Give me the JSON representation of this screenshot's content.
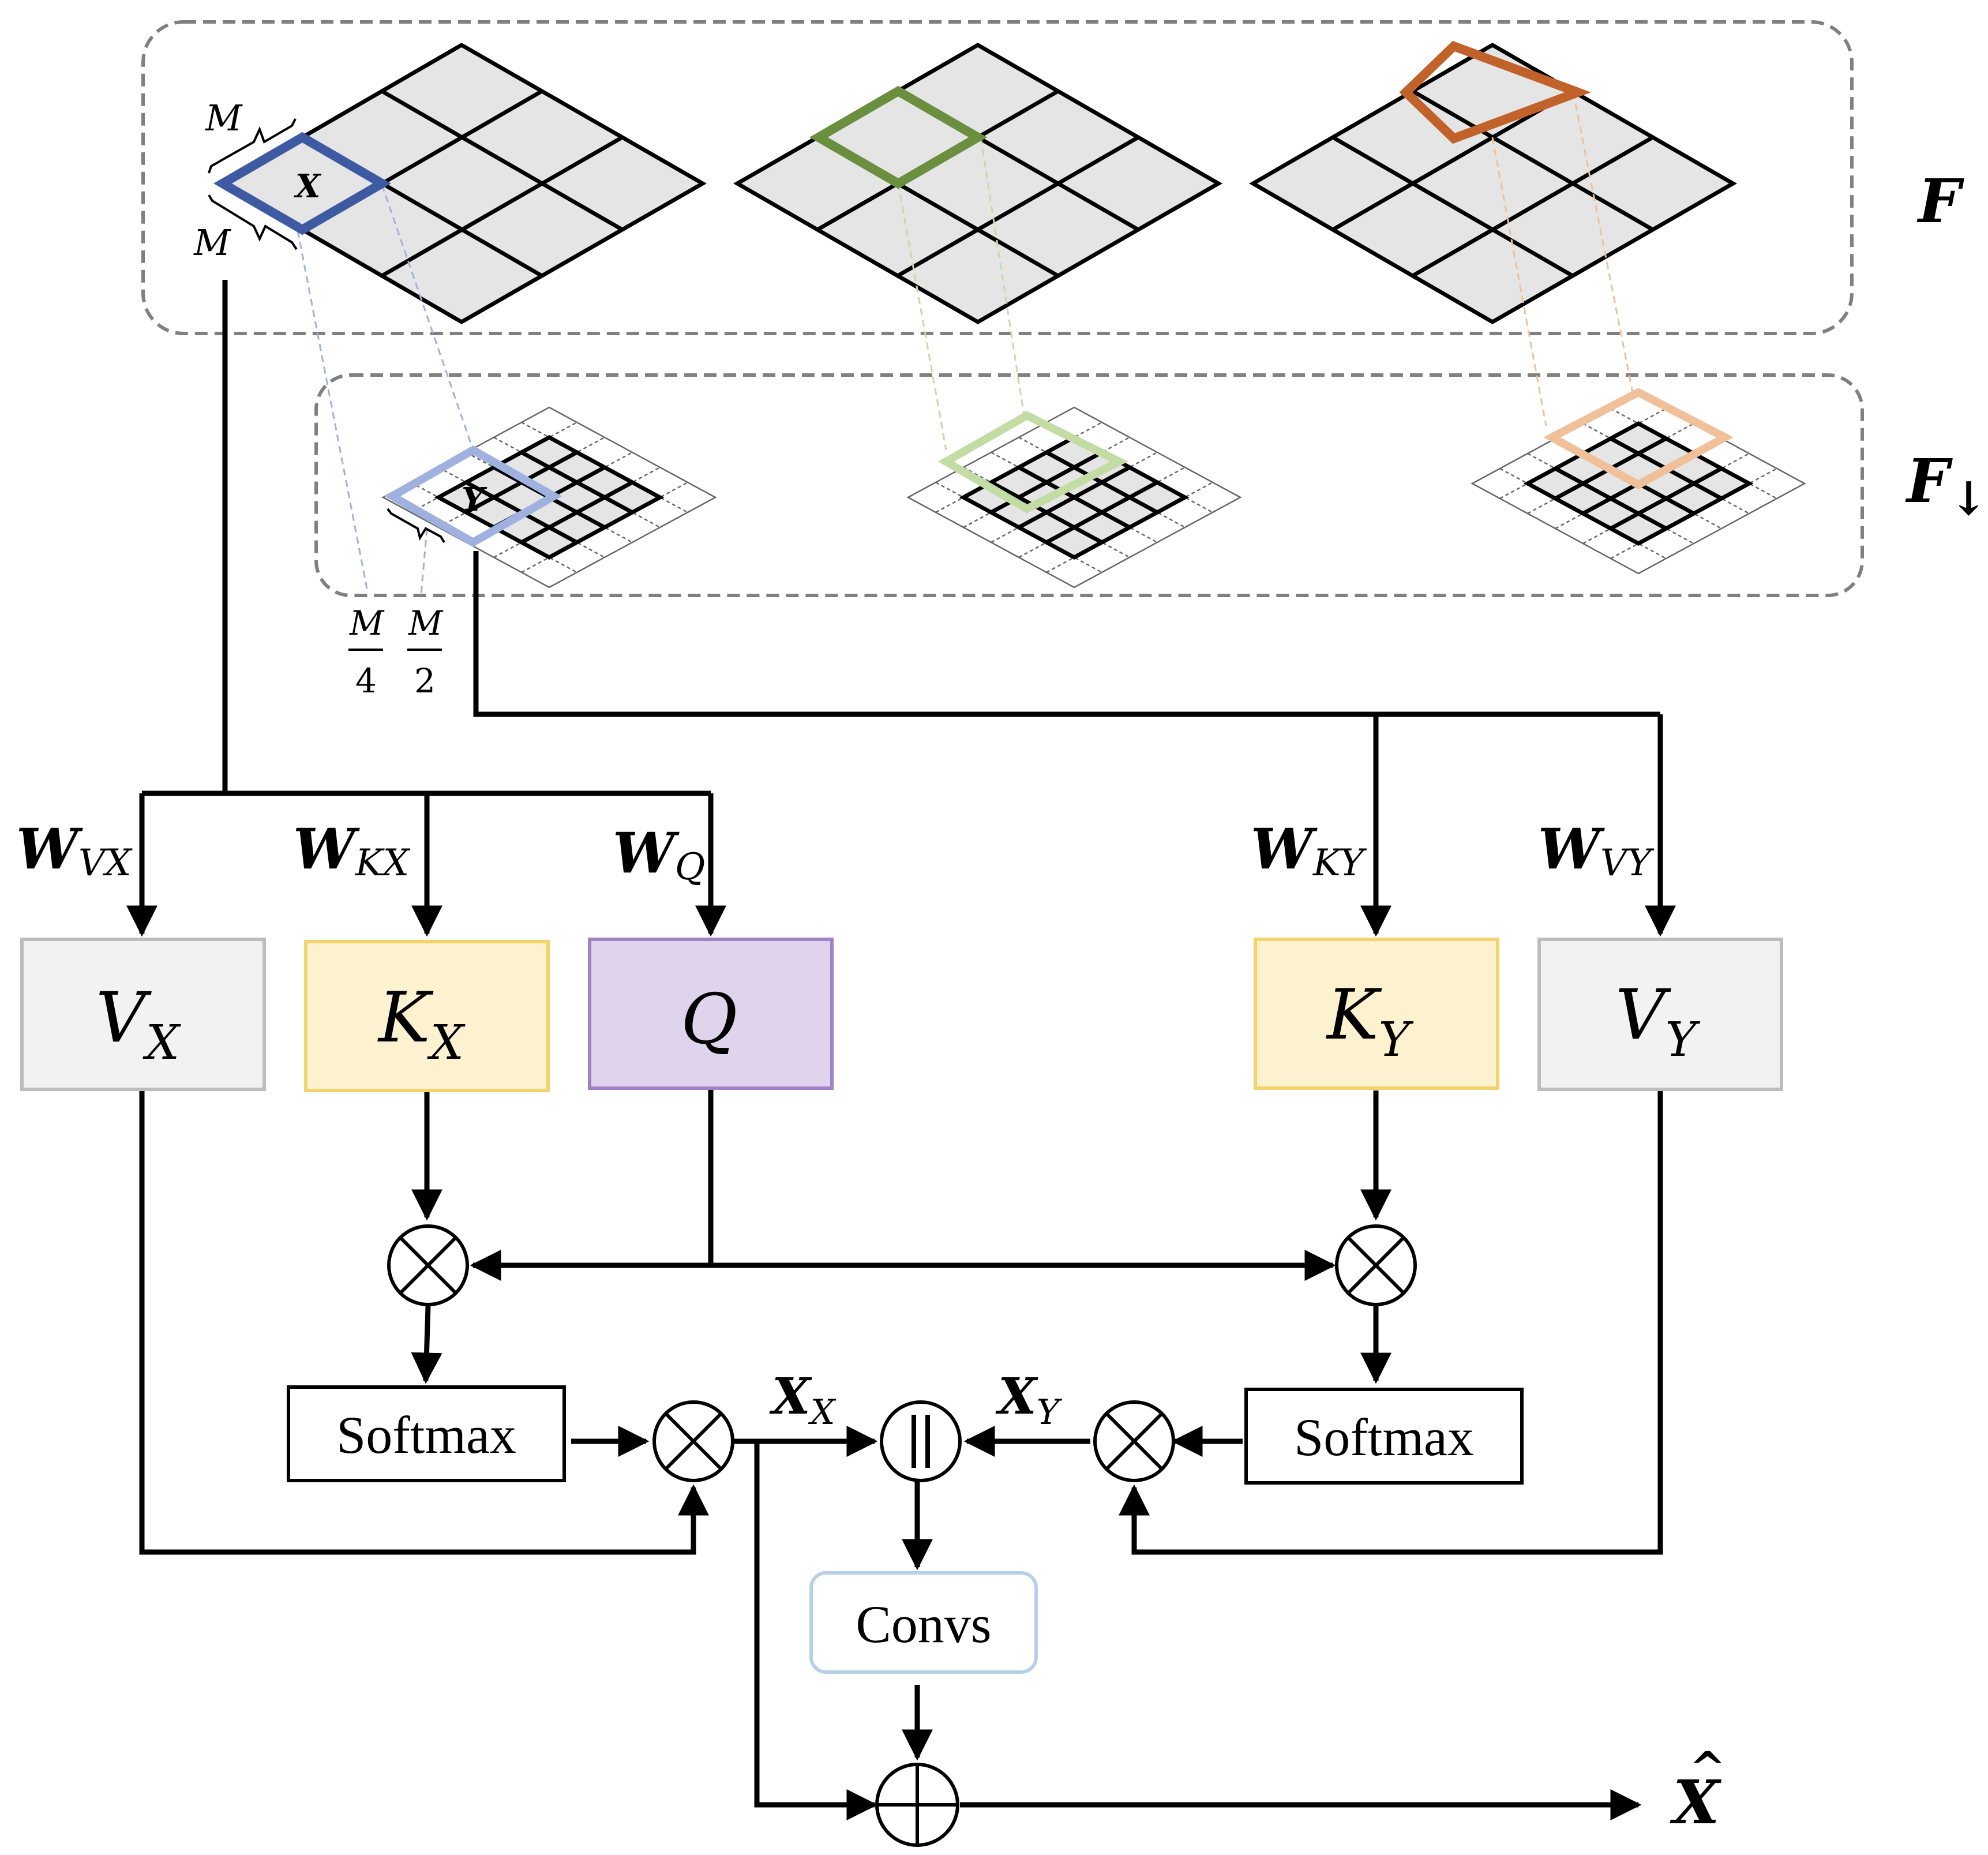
{
  "labels": {
    "F": "F",
    "F_down_main": "F",
    "F_down_arrow": "↓",
    "M": "M",
    "frac_num": "M",
    "frac4": "4",
    "frac2": "2",
    "X_cell": "X",
    "Y_cell": "Y"
  },
  "weights": {
    "VX": {
      "main": "W",
      "sub": "VX"
    },
    "KX": {
      "main": "W",
      "sub": "KX"
    },
    "Q": {
      "main": "W",
      "sub": "Q"
    },
    "KY": {
      "main": "W",
      "sub": "KY"
    },
    "VY": {
      "main": "W",
      "sub": "VY"
    }
  },
  "boxes": {
    "VX": {
      "main": "V",
      "sub": "X"
    },
    "KX": {
      "main": "K",
      "sub": "X"
    },
    "Q": {
      "main": "Q"
    },
    "KY": {
      "main": "K",
      "sub": "Y"
    },
    "VY": {
      "main": "V",
      "sub": "Y"
    }
  },
  "ops": {
    "softmax_left": "Softmax",
    "softmax_right": "Softmax",
    "concat": "||",
    "convs": "Convs"
  },
  "outputs": {
    "XX": {
      "main": "X",
      "sub": "X"
    },
    "XY": {
      "main": "X",
      "sub": "Y"
    },
    "Xhat": {
      "main": "X",
      "hat": "^"
    }
  },
  "colors": {
    "blue_dark": "#3d5aa3",
    "blue_light": "#9fb1df",
    "green_dark": "#6a8f3f",
    "green_light": "#c3dca4",
    "orange_dark": "#c0622a",
    "orange_light": "#f0c09a",
    "cell_fill": "#e5e5e5",
    "v_fill": "#f2f2f2",
    "v_stroke": "#bdbdbd",
    "k_fill": "#fcf2cf",
    "k_stroke": "#f3d36b",
    "q_fill": "#e0d4ec",
    "q_stroke": "#a180c4",
    "convs_stroke": "#b7cfe7"
  }
}
